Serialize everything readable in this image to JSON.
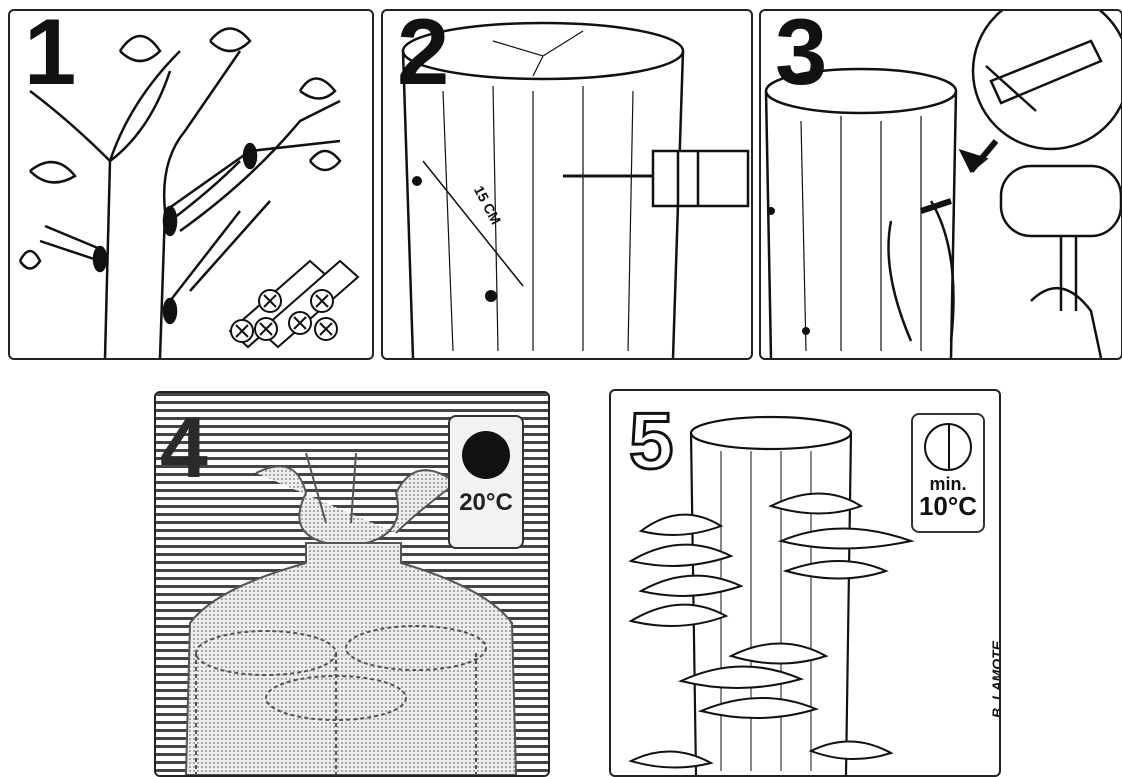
{
  "panels": [
    {
      "number": "1"
    },
    {
      "number": "2",
      "measurement": "15 CM"
    },
    {
      "number": "3"
    },
    {
      "number": "4",
      "temperature": "20°C"
    },
    {
      "number": "5",
      "temperature_label": "min.",
      "temperature": "10°C",
      "signature": "B. LAMOTE"
    }
  ],
  "colors": {
    "ink": "#111111",
    "paper": "#ffffff",
    "stripes": "#444444"
  }
}
